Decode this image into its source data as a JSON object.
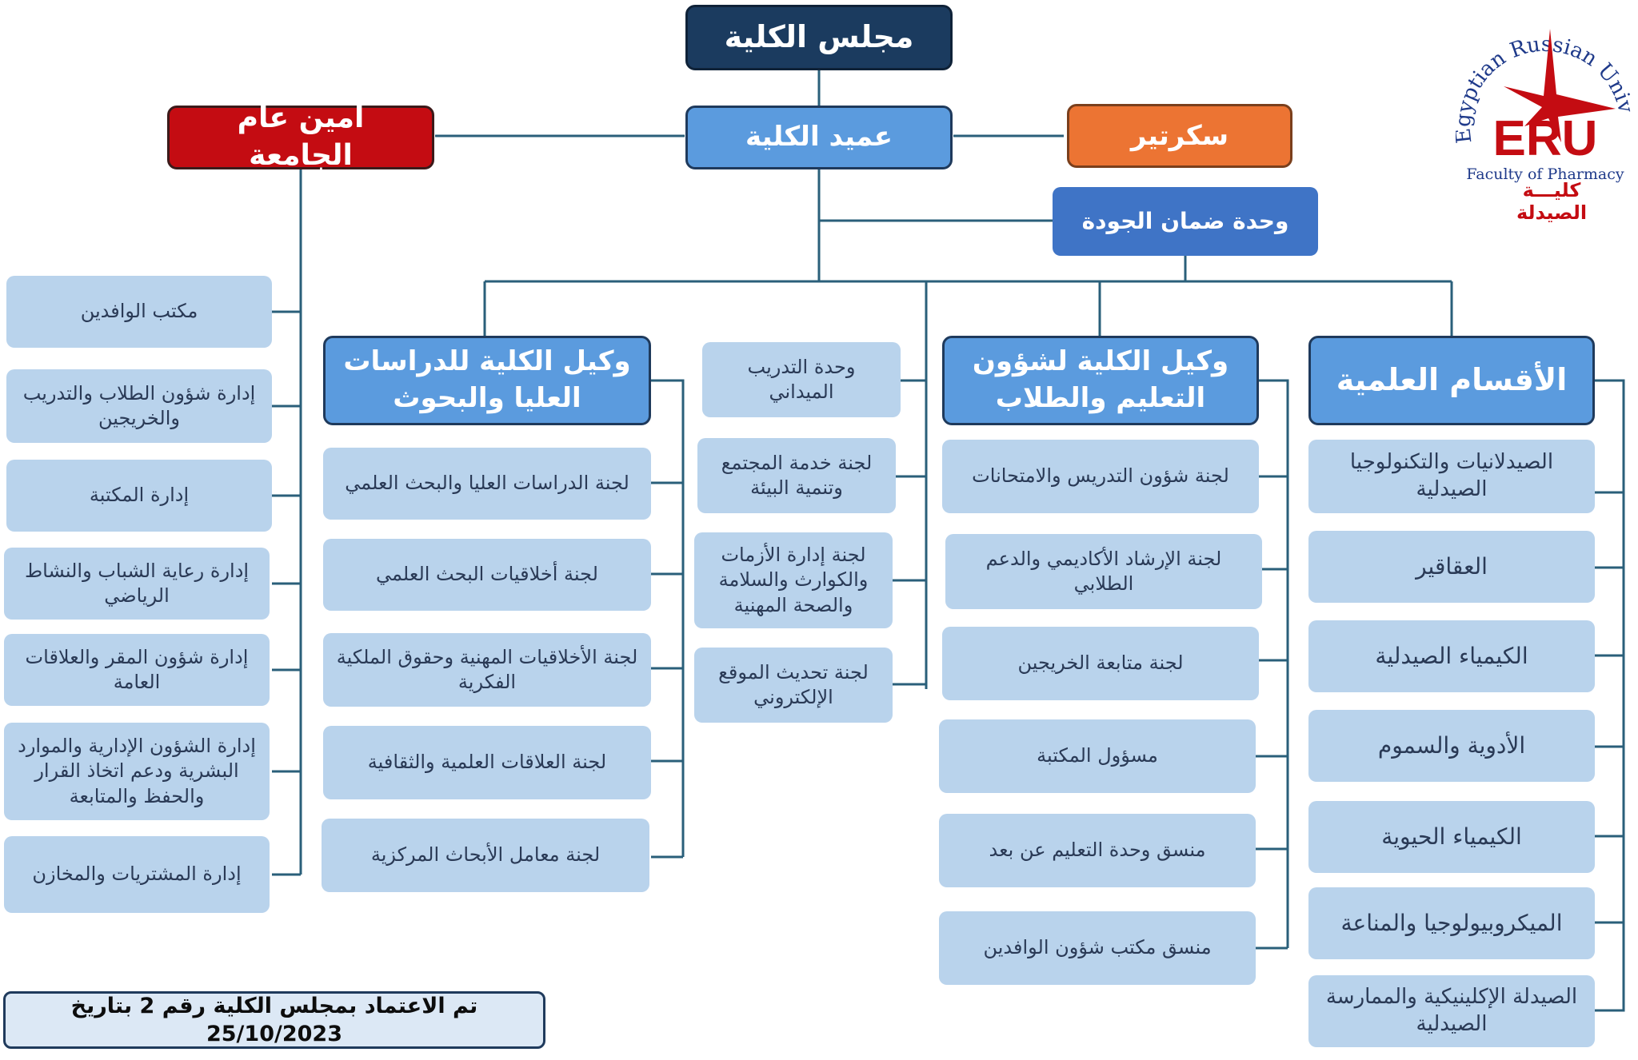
{
  "header": {
    "council": "مجلس الكلية",
    "dean": "عميد الكلية",
    "secretary_general": "أمين عام الجامعة",
    "secretary": "سكرتير",
    "quality_unit": "وحدة ضمان الجودة"
  },
  "logo": {
    "arc_text": "Egyptian Russian University",
    "abbr": "ERU",
    "faculty_en": "Faculty of Pharmacy",
    "faculty_ar": "كليـــة الصيدلة",
    "brand_color": "#c40c12",
    "arc_color": "#1f3a8a"
  },
  "admin": {
    "items": [
      "مكتب الوافدين",
      "إدارة شؤون الطلاب والتدريب والخريجين",
      "إدارة المكتبة",
      "إدارة رعاية الشباب والنشاط الرياضي",
      "إدارة شؤون المقر والعلاقات العامة",
      "إدارة الشؤون الإدارية والموارد البشرية ودعم اتخاذ القرار والحفظ والمتابعة",
      "إدارة المشتريات والمخازن"
    ]
  },
  "postgrad": {
    "title": "وكيل الكلية للدراسات العليا والبحوث",
    "items": [
      "لجنة الدراسات العليا والبحث العلمي",
      "لجنة أخلاقيات البحث العلمي",
      "لجنة الأخلاقيات المهنية وحقوق الملكية الفكرية",
      "لجنة العلاقات العلمية والثقافية",
      "لجنة معامل الأبحاث المركزية"
    ]
  },
  "middle": {
    "items": [
      "وحدة التدريب الميداني",
      "لجنة خدمة المجتمع وتنمية البيئة",
      "لجنة إدارة الأزمات والكوارث والسلامة والصحة المهنية",
      "لجنة تحديث الموقع الإلكتروني"
    ]
  },
  "education": {
    "title": "وكيل الكلية لشؤون التعليم والطلاب",
    "items": [
      "لجنة شؤون التدريس والامتحانات",
      "لجنة الإرشاد الأكاديمي والدعم الطلابي",
      "لجنة متابعة الخريجين",
      "مسؤول المكتبة",
      "منسق وحدة التعليم عن بعد",
      "منسق مكتب شؤون الوافدين"
    ]
  },
  "departments": {
    "title": "الأقسام العلمية",
    "items": [
      "الصيدلانيات والتكنولوجيا الصيدلية",
      "العقاقير",
      "الكيمياء الصيدلية",
      "الأدوية والسموم",
      "الكيمياء الحيوية",
      "الميكروبيولوجيا والمناعة",
      "الصيدلة الإكلينيكية والممارسة الصيدلية"
    ]
  },
  "footer": {
    "approval": "تم الاعتماد بمجلس الكلية رقم 2 بتاريخ 25/10/2023"
  }
}
